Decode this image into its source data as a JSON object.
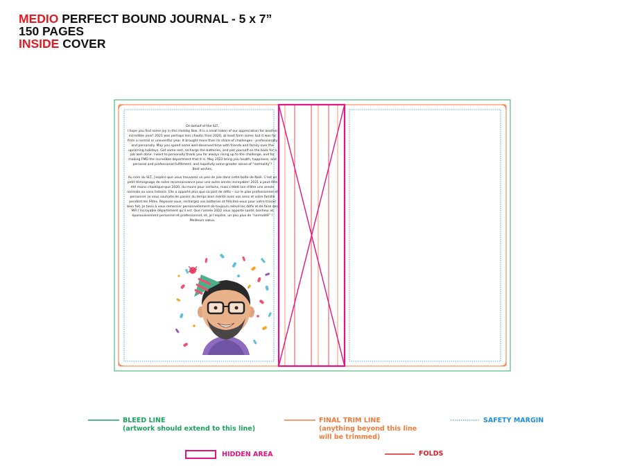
{
  "header": {
    "line1_accent": "MEDIO",
    "line1_rest": " PERFECT BOUND JOURNAL - 5 x 7”",
    "line2": "150 PAGES",
    "line3_accent": "INSIDE",
    "line3_rest": " COVER"
  },
  "letter": {
    "english": {
      "body": "On behalf of the SLT,\nI hope you find some joy in this Holiday Box. It is a small token of our appreciation for another incredible year! 2021 was perhaps less chaotic than 2020, at least form some; but it was far from a normal or uneventful year. It brought more than its share of challenges - professionally and personally. May you spend some well-deserved time with friends and family over the upcoming holidays. Get some rest, recharge the batteries, and pat yourself on the back for a job well done. I want to personally thank you for always rising up to the challenge, and for making FMD the incredible department that it is. May 2022 bring you health, happiness, and personal and professional fulfillment; and hopefully some greater sense of “normality”!",
      "signoff": "Best wishes,"
    },
    "french": {
      "body": "Au nom du SLT, j'espère que vous trouverez un peu de joie dans cette boîte de Noël. C'est un petit témoignage de notre reconnaissance pour une autre année incroyable! 2021 a peut-être été moins chaotique que 2020, du moins pour certains, mais c'était loin d'être une année normale ou sans histoire. Elle a apporté plus que sa part de défis – sur le plan professionnel et personnel. Je vous souhaite de passer du temps bien mérité avec vos amis et votre famille pendant les Fêtes. Reposez-vous, rechargez vos batteries et félicitez-vous pour votre travail bien fait. Je tiens à vous remercier personnellement de toujours relevé les défis et de faire des MFI l'incroyable département qu'il est. Que l'année 2022 vous apporte santé, bonheur et épanouissement personnel et professionnel; et, je l'espère, un peu plus de “normalité” !",
      "signoff": "Meilleurs vœux,"
    }
  },
  "legend": {
    "bleed_title": "BLEED LINE",
    "bleed_note": "(artwork should extend to this line)",
    "trim_title": "FINAL TRIM LINE",
    "trim_note1": "(anything beyond this line",
    "trim_note2": "will be trimmed)",
    "safety_title": "SAFETY MARGIN",
    "hidden_title": "HIDDEN AREA",
    "folds_title": "FOLDS"
  },
  "colors": {
    "bleed": "#19a35b",
    "trim": "#f47a3b",
    "safety": "#1f8fd8",
    "hidden": "#e3127f",
    "folds": "#e21b22"
  },
  "icons": {
    "avatar": "party-avatar-illustration",
    "confetti": "confetti-illustration"
  }
}
